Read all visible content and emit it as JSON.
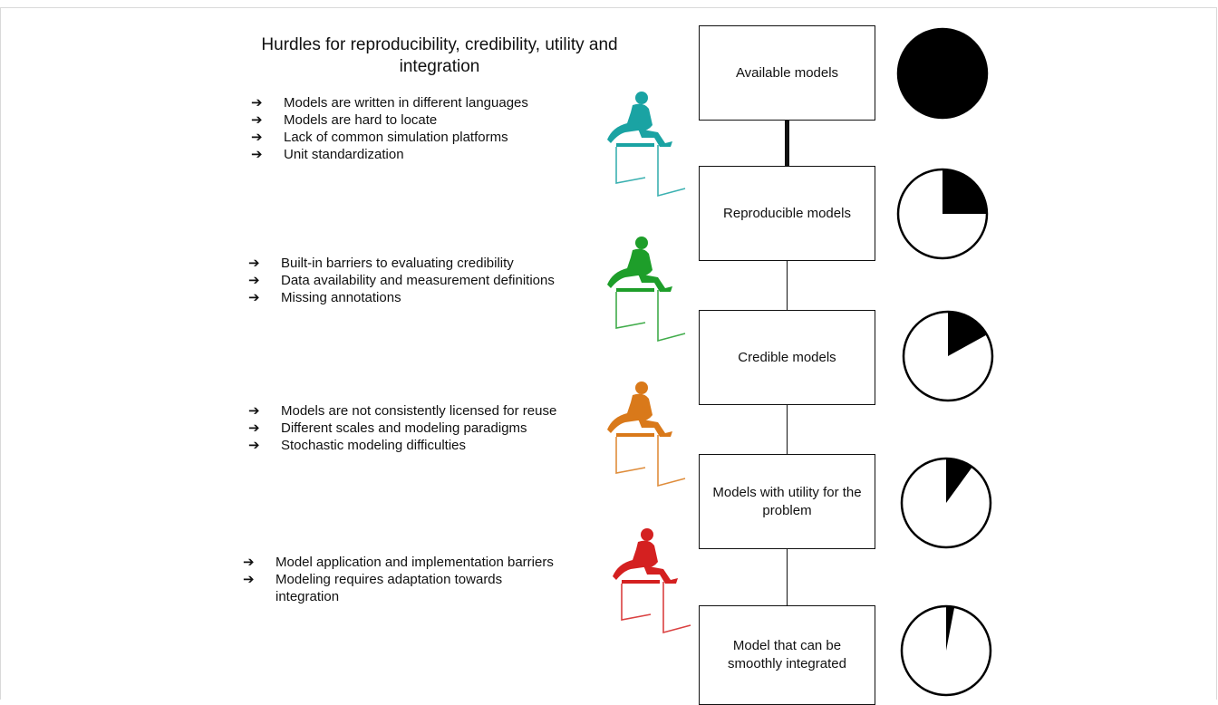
{
  "title": "Hurdles for reproducibility, credibility, utility and integration",
  "arrow_glyph": "➔",
  "hurdles": [
    {
      "color": "#1aa3a3",
      "items": [
        "Models are written in different languages",
        "Models are hard to locate",
        "Lack of common simulation platforms",
        "Unit standardization"
      ]
    },
    {
      "color": "#1e9e2a",
      "items": [
        "Built-in barriers to evaluating credibility",
        "Data availability and measurement definitions",
        "Missing annotations"
      ]
    },
    {
      "color": "#d9791a",
      "items": [
        "Models are not consistently licensed for reuse",
        "Different scales and modeling paradigms",
        "Stochastic modeling difficulties"
      ]
    },
    {
      "color": "#d42020",
      "items": [
        "Model application and implementation barriers",
        "Modeling requires adaptation towards integration"
      ]
    }
  ],
  "stages": [
    {
      "label": "Available models",
      "fraction": 1.0
    },
    {
      "label": "Reproducible models",
      "fraction": 0.25
    },
    {
      "label": "Credible models",
      "fraction": 0.17
    },
    {
      "label": "Models with utility for the problem",
      "fraction": 0.1
    },
    {
      "label": "Model that can be smoothly integrated",
      "fraction": 0.03
    }
  ]
}
